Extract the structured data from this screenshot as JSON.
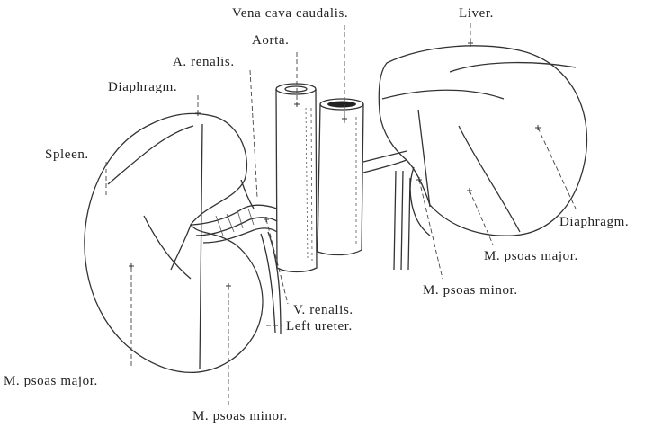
{
  "labels": {
    "vena_cava": "Vena cava caudalis.",
    "liver": "Liver.",
    "aorta": "Aorta.",
    "a_renalis": "A. renalis.",
    "diaphragm_left": "Diaphragm.",
    "spleen": "Spleen.",
    "diaphragm_right": "Diaphragm.",
    "psoas_major_right": "M. psoas major.",
    "psoas_minor_right": "M. psoas minor.",
    "v_renalis": "V. renalis.",
    "left_ureter": "Left ureter.",
    "psoas_major_left": "M. psoas major.",
    "psoas_minor_left": "M. psoas minor."
  },
  "colors": {
    "ink": "#333333",
    "background": "#ffffff"
  }
}
